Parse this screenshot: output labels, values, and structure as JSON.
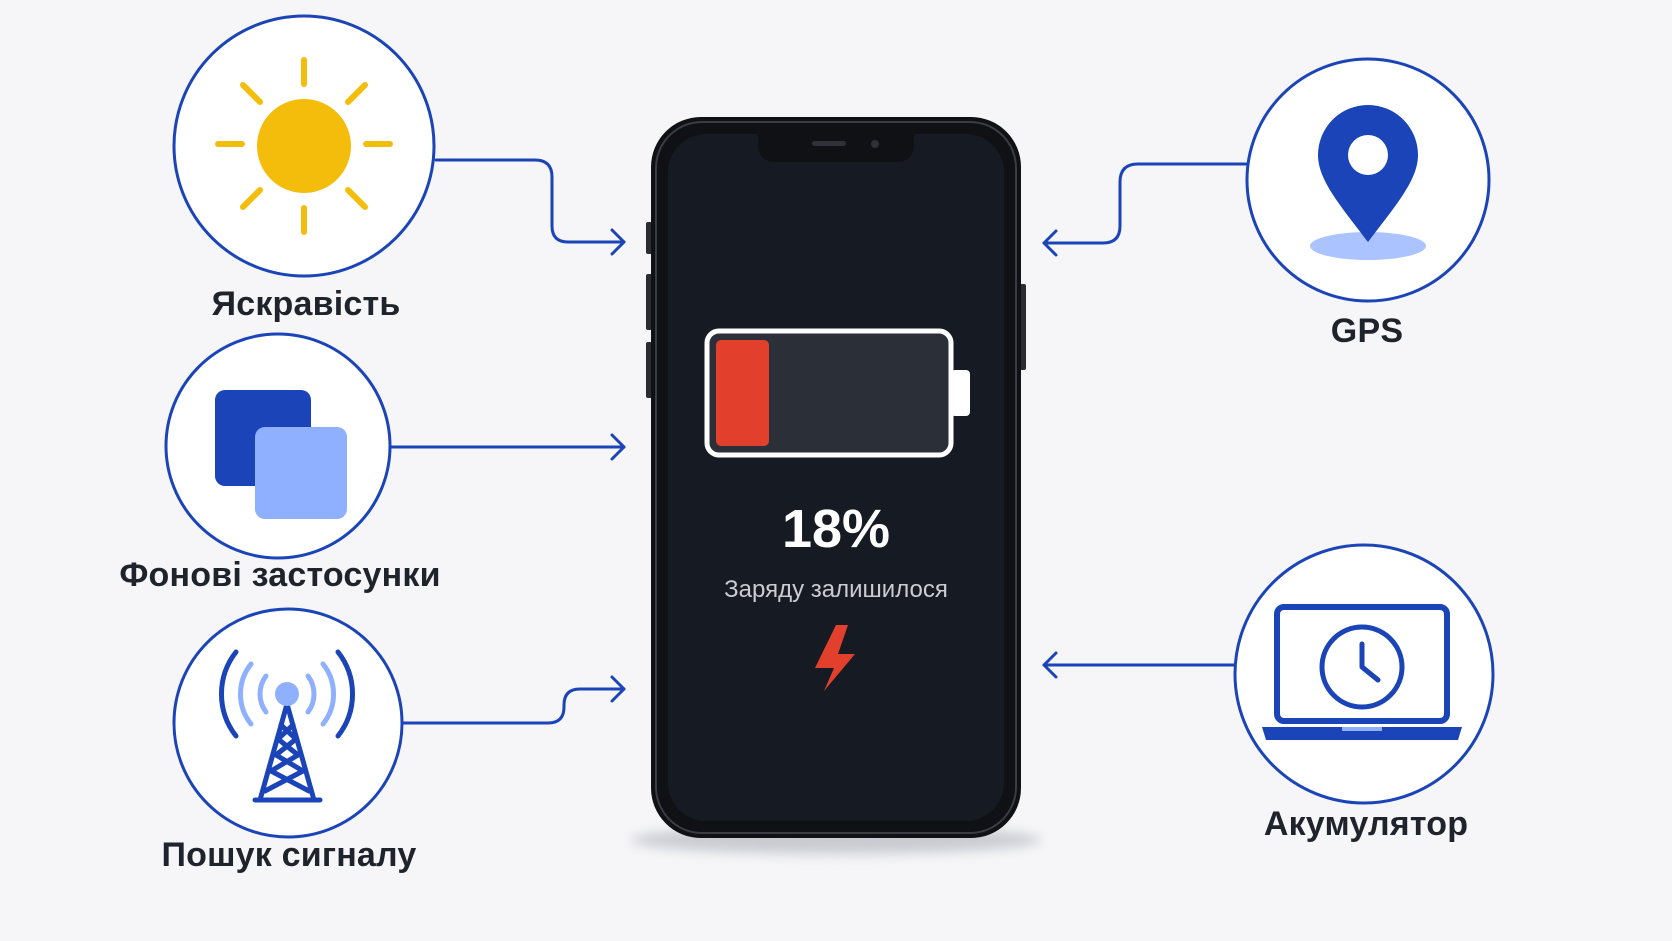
{
  "colors": {
    "background": "#f6f6f8",
    "accent_blue": "#1a44b8",
    "light_blue": "#8fb0ff",
    "sun_yellow": "#f5bd0b",
    "battery_red": "#e2402d",
    "phone_screen": "#161b23",
    "label_text": "#1f232b"
  },
  "phone": {
    "battery_level": 0.18,
    "battery_percent_text": "18%",
    "status_text": "Заряду залишилося",
    "icon": "lightning-bolt-icon"
  },
  "factors": [
    {
      "id": "brightness",
      "label": "Яскравість",
      "icon": "sun-icon"
    },
    {
      "id": "background-apps",
      "label": "Фонові застосунки",
      "icon": "stacked-windows-icon"
    },
    {
      "id": "signal-search",
      "label": "Пошук сигналу",
      "icon": "cell-tower-icon"
    },
    {
      "id": "gps",
      "label": "GPS",
      "icon": "location-pin-icon"
    },
    {
      "id": "battery-age",
      "label": "Акумулятор",
      "icon": "laptop-clock-icon"
    }
  ]
}
